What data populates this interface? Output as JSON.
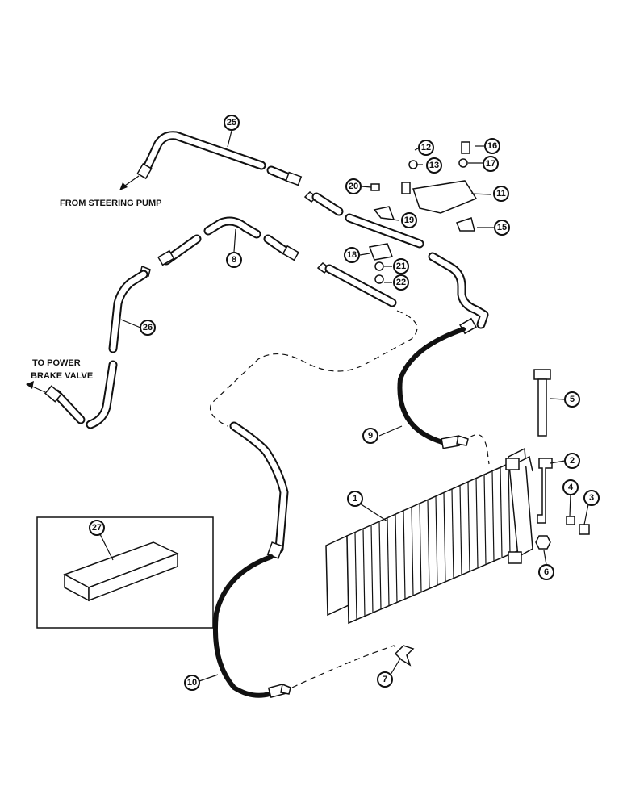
{
  "callouts": [
    {
      "id": "1",
      "label": "1"
    },
    {
      "id": "2",
      "label": "2"
    },
    {
      "id": "3",
      "label": "3"
    },
    {
      "id": "4",
      "label": "4"
    },
    {
      "id": "5",
      "label": "5"
    },
    {
      "id": "6",
      "label": "6"
    },
    {
      "id": "7",
      "label": "7"
    },
    {
      "id": "8",
      "label": "8"
    },
    {
      "id": "9",
      "label": "9"
    },
    {
      "id": "10",
      "label": "10"
    },
    {
      "id": "11",
      "label": "11"
    },
    {
      "id": "12",
      "label": "12"
    },
    {
      "id": "13",
      "label": "13"
    },
    {
      "id": "15",
      "label": "15"
    },
    {
      "id": "16",
      "label": "16"
    },
    {
      "id": "17",
      "label": "17"
    },
    {
      "id": "18",
      "label": "18"
    },
    {
      "id": "19",
      "label": "19"
    },
    {
      "id": "20",
      "label": "20"
    },
    {
      "id": "21",
      "label": "21"
    },
    {
      "id": "22",
      "label": "22"
    },
    {
      "id": "25",
      "label": "25"
    },
    {
      "id": "26",
      "label": "26"
    },
    {
      "id": "27",
      "label": "27"
    }
  ],
  "labels": {
    "from_steering_pump": "FROM STEERING PUMP",
    "to_power_line1": "TO POWER",
    "to_power_line2": "BRAKE VALVE"
  }
}
